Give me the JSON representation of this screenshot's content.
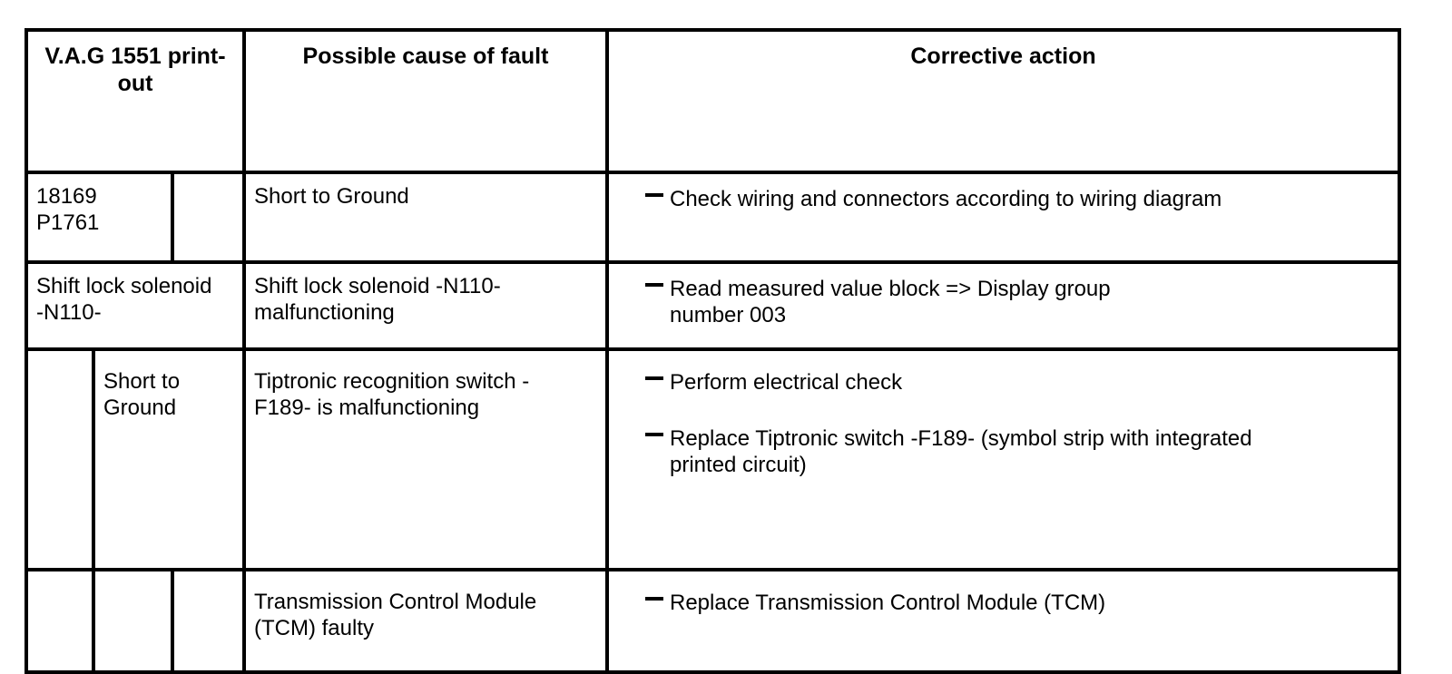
{
  "table": {
    "headers": {
      "printout": "V.A.G 1551 print-\nout",
      "cause": "Possible cause of fault",
      "action": "Corrective action"
    },
    "icons": {
      "bullet": "dash"
    },
    "rows": [
      {
        "printout": "18169\nP1761",
        "cause": "Short to Ground",
        "actions": [
          "Check wiring and connectors according to wiring diagram"
        ]
      },
      {
        "printout": "Shift lock solenoid\n-N110-",
        "cause": "Shift lock solenoid -N110-\nmalfunctioning",
        "actions": [
          "Read measured value block => Display group\nnumber 003"
        ]
      },
      {
        "printout": "Short to\nGround",
        "cause": "Tiptronic recognition switch -\nF189- is malfunctioning",
        "actions": [
          "Perform electrical check",
          "Replace Tiptronic switch -F189- (symbol strip with integrated\nprinted circuit)"
        ]
      },
      {
        "printout": "",
        "cause": "Transmission Control Module\n(TCM) faulty",
        "actions": [
          "Replace Transmission Control Module (TCM)"
        ]
      }
    ]
  }
}
